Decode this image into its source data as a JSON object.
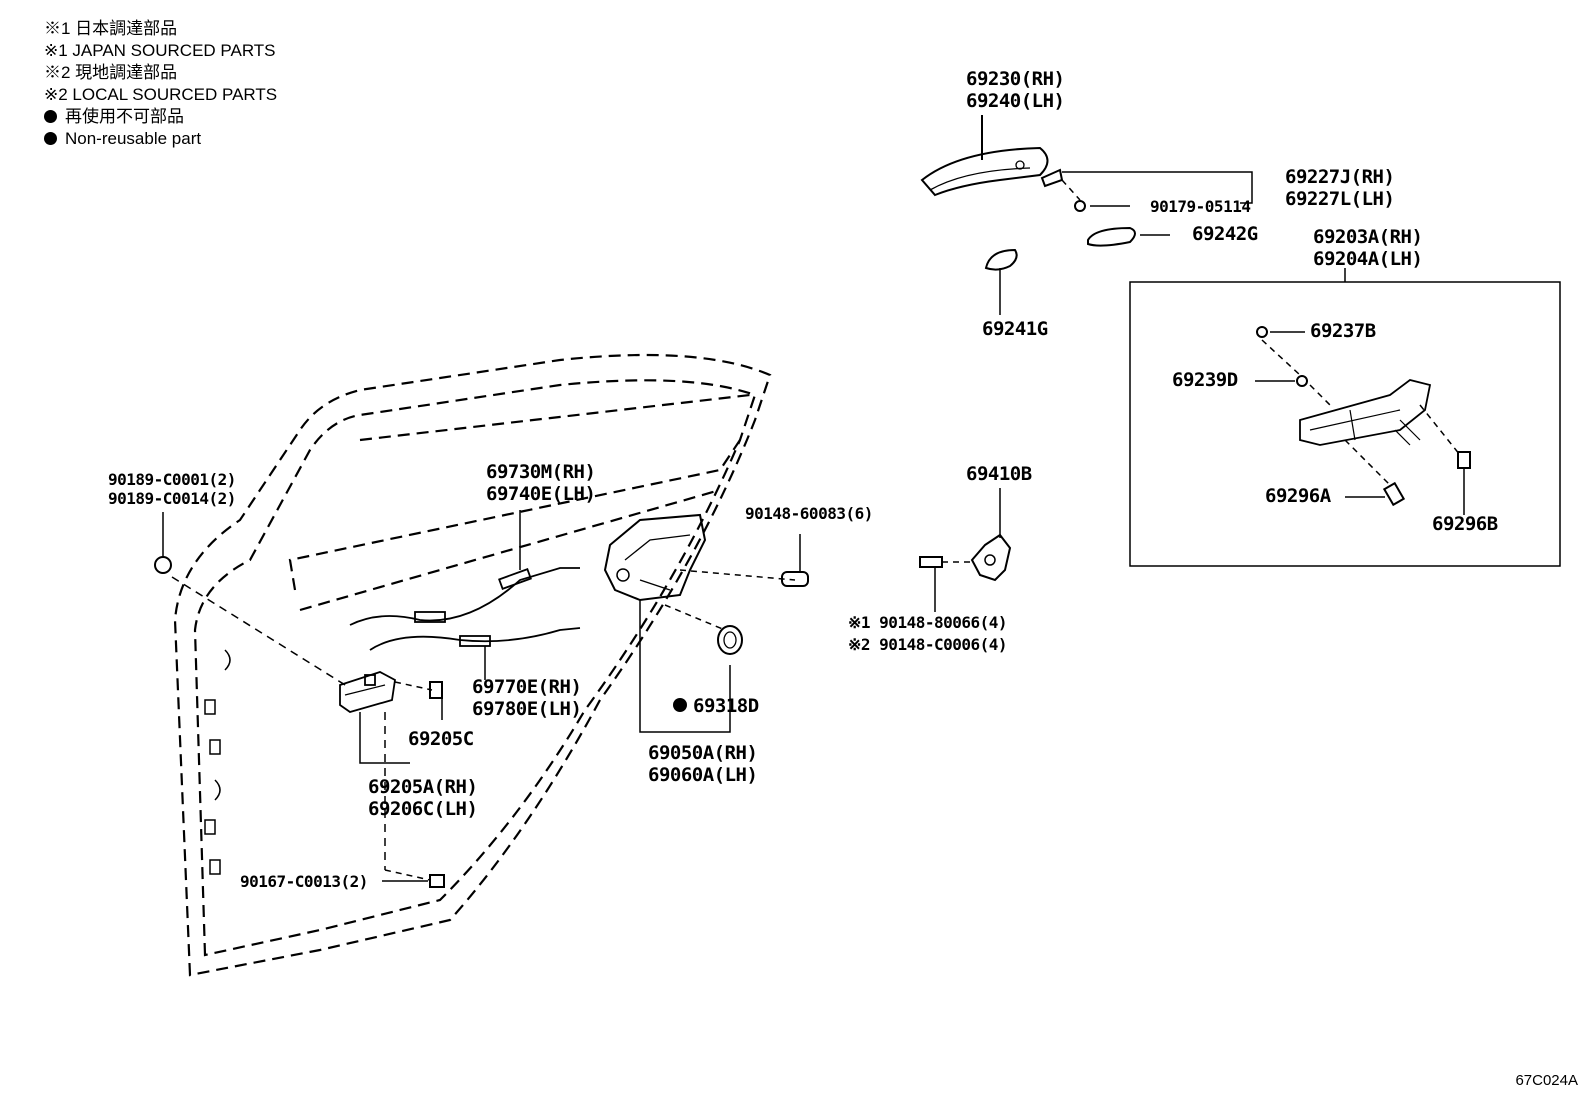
{
  "legend": {
    "line1": "※1 日本調達部品",
    "line2": "※1 JAPAN SOURCED PARTS",
    "line3": "※2 現地調達部品",
    "line4": "※2 LOCAL SOURCED PARTS",
    "line5": "再使用不可部品",
    "line6": "Non-reusable part"
  },
  "parts": {
    "p69230": "69230(RH)",
    "p69240": "69240(LH)",
    "p69227J": "69227J(RH)",
    "p69227L": "69227L(LH)",
    "p90179": "90179-05114",
    "p69242G": "69242G",
    "p69241G": "69241G",
    "p69203A": "69203A(RH)",
    "p69204A": "69204A(LH)",
    "p69237B": "69237B",
    "p69239D": "69239D",
    "p69296A": "69296A",
    "p69296B": "69296B",
    "p69410B": "69410B",
    "p90148_80066": "※1 90148-80066(4)",
    "p90148_C0006": "※2 90148-C0006(4)",
    "p90189_C0001": "90189-C0001(2)",
    "p90189_C0014": "90189-C0014(2)",
    "p69730M": "69730M(RH)",
    "p69740E": "69740E(LH)",
    "p90148_60083": "90148-60083(6)",
    "p69770E": "69770E(RH)",
    "p69780E": "69780E(LH)",
    "p69318D": "69318D",
    "p69205C": "69205C",
    "p69205A": "69205A(RH)",
    "p69206C": "69206C(LH)",
    "p69050A": "69050A(RH)",
    "p69060A": "69060A(LH)",
    "p90167": "90167-C0013(2)"
  },
  "illustration_code": "67C024A"
}
